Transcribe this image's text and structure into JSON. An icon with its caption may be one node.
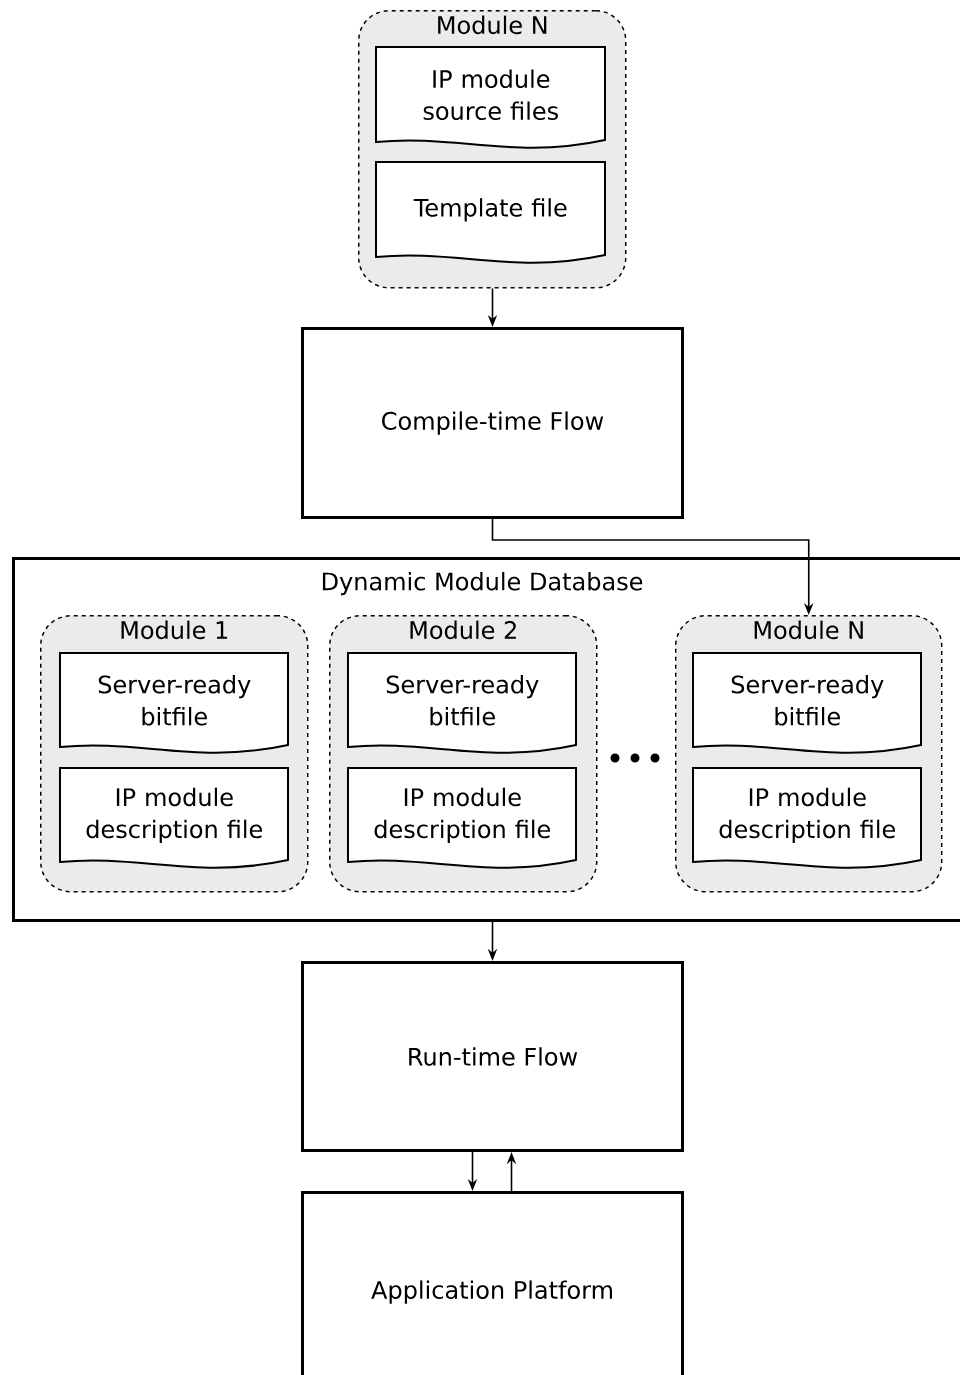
{
  "diagram": {
    "nodes": [
      {
        "text": [
          "Module N"
        ]
      },
      {
        "text": [
          "IP module source files"
        ],
        "in": 0
      },
      {
        "text": [
          "Template file"
        ],
        "in": 0
      },
      {
        "text": [
          "Compile-time Flow"
        ]
      },
      {
        "text": [
          "Dynamic Module Database"
        ]
      },
      {
        "text": [
          "Module 1"
        ],
        "in": 4
      },
      {
        "text": [
          "Server-ready bitfile"
        ],
        "in": 5
      },
      {
        "text": [
          "IP module description file"
        ],
        "in": 5
      },
      {
        "text": [
          "Module 2"
        ],
        "in": 4
      },
      {
        "text": [
          "Server-ready bitfile"
        ],
        "in": 8
      },
      {
        "text": [
          "IP module description file"
        ],
        "in": 8
      },
      {
        "text": [
          "Module N"
        ],
        "in": 4
      },
      {
        "text": [
          "Server-ready bitfile"
        ],
        "in": 11
      },
      {
        "text": [
          "IP module description file"
        ],
        "in": 11
      },
      {
        "text": [
          "Run-time Flow"
        ]
      },
      {
        "text": [
          "Application Platform"
        ]
      }
    ],
    "edges": [
      {
        "from": 0,
        "to": 3,
        "arrow": "to"
      },
      {
        "from": 3,
        "to": 11,
        "arrow": "to"
      },
      {
        "from": 4,
        "to": 14,
        "arrow": "to"
      },
      {
        "from": 14,
        "to": 15,
        "arrow": "to"
      },
      {
        "from": 15,
        "to": 14,
        "arrow": "to"
      }
    ]
  }
}
